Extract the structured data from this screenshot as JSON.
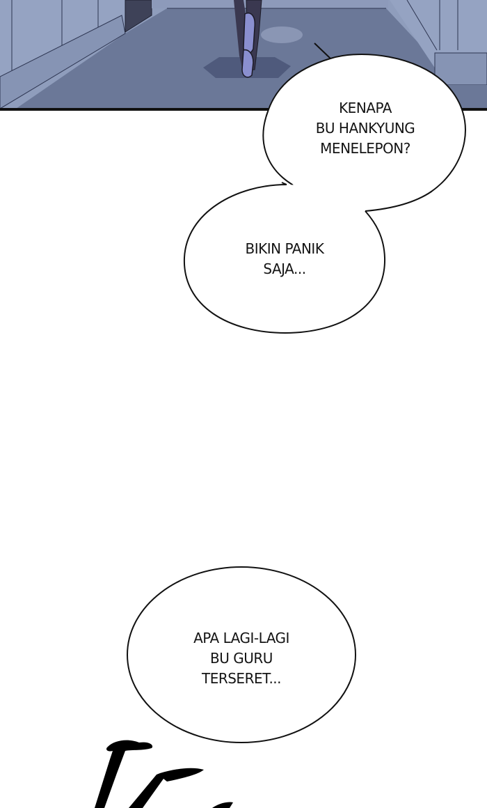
{
  "page": {
    "type": "webtoon-comic-page",
    "background": "#ffffff"
  },
  "panel": {
    "scene": "school hallway at night with character feet walking",
    "colors": {
      "wall": "#8f9dbc",
      "wall_dark": "#7a87a8",
      "floor": "#6b7898",
      "door": "#3e4258",
      "shadow": "#4f5a7c",
      "shoe": "#8a8fcf",
      "leg": "#3a3850",
      "border": "#111111"
    }
  },
  "bubbles": [
    {
      "id": "bubble-1",
      "lines": "KENAPA\nBU HANKYUNG\nMENELEPON?"
    },
    {
      "id": "bubble-2",
      "lines": "BIKIN PANIK\nSAJA..."
    },
    {
      "id": "bubble-3",
      "lines": "APA LAGI-LAGI\nBU GURU\nTERSERET..."
    }
  ],
  "sfx": {
    "description": "black brush-stroke sound effect lettering (partially visible)"
  }
}
